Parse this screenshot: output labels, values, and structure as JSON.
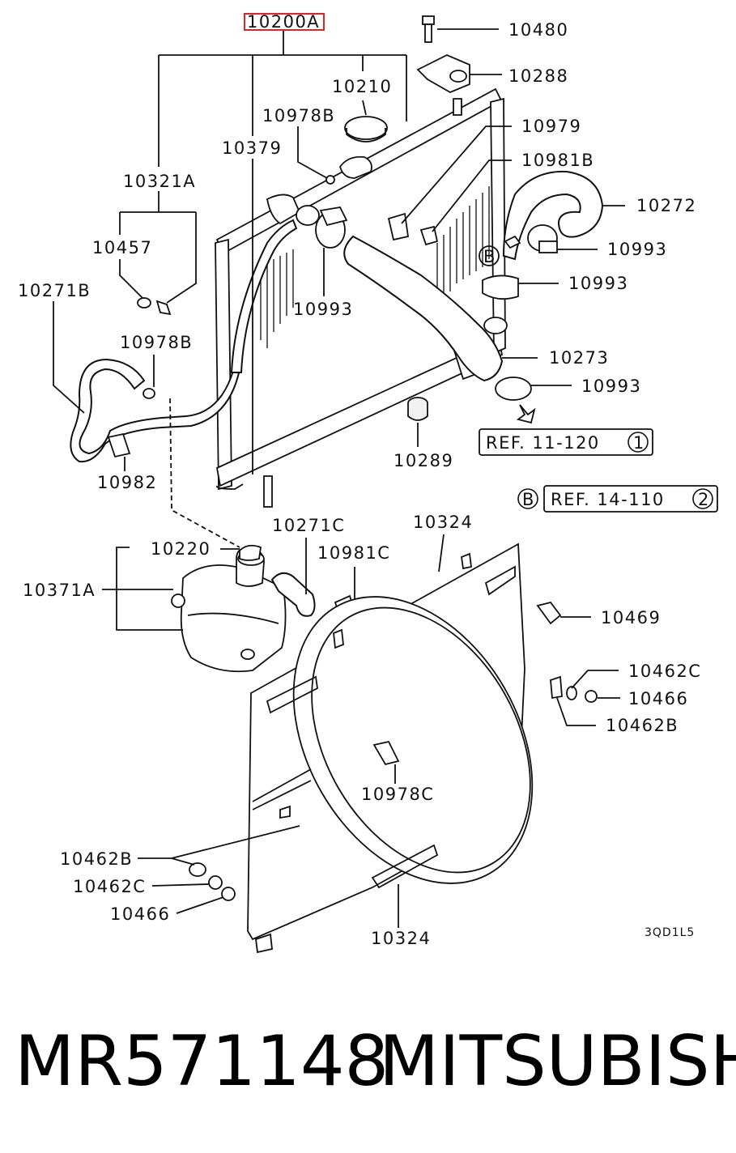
{
  "diagram": {
    "highlighted_part": "10200A",
    "highlight_color": "#d9262c",
    "part_labels": {
      "p10480": "10480",
      "p10288": "10288",
      "p10210": "10210",
      "p10978B_top": "10978B",
      "p10979": "10979",
      "p10379": "10379",
      "p10981B": "10981B",
      "p10321A": "10321A",
      "p10272": "10272",
      "p10457": "10457",
      "p10993_r1": "10993",
      "p10271B": "10271B",
      "p10993_r2": "10993",
      "p10993_l": "10993",
      "p10978B_mid": "10978B",
      "p10273": "10273",
      "p10993_r3": "10993",
      "p10289": "10289",
      "p10982": "10982",
      "p10271C": "10271C",
      "p10324_top": "10324",
      "p10220": "10220",
      "p10981C": "10981C",
      "p10371A": "10371A",
      "p10469": "10469",
      "p10462C_r": "10462C",
      "p10466_r": "10466",
      "p10462B_r": "10462B",
      "p10978C": "10978C",
      "p10462B_l": "10462B",
      "p10462C_l": "10462C",
      "p10466_l": "10466",
      "p10324_bottom": "10324"
    },
    "refs": {
      "ref1_text": "REF. 11-120",
      "ref1_num": "1",
      "ref2_text": "REF. 14-110",
      "ref2_num": "2",
      "marker_b": "B"
    },
    "diagram_code": "3QD1L5"
  },
  "caption": {
    "part_number": "MR571148",
    "brand": "MITSUBISHI"
  }
}
